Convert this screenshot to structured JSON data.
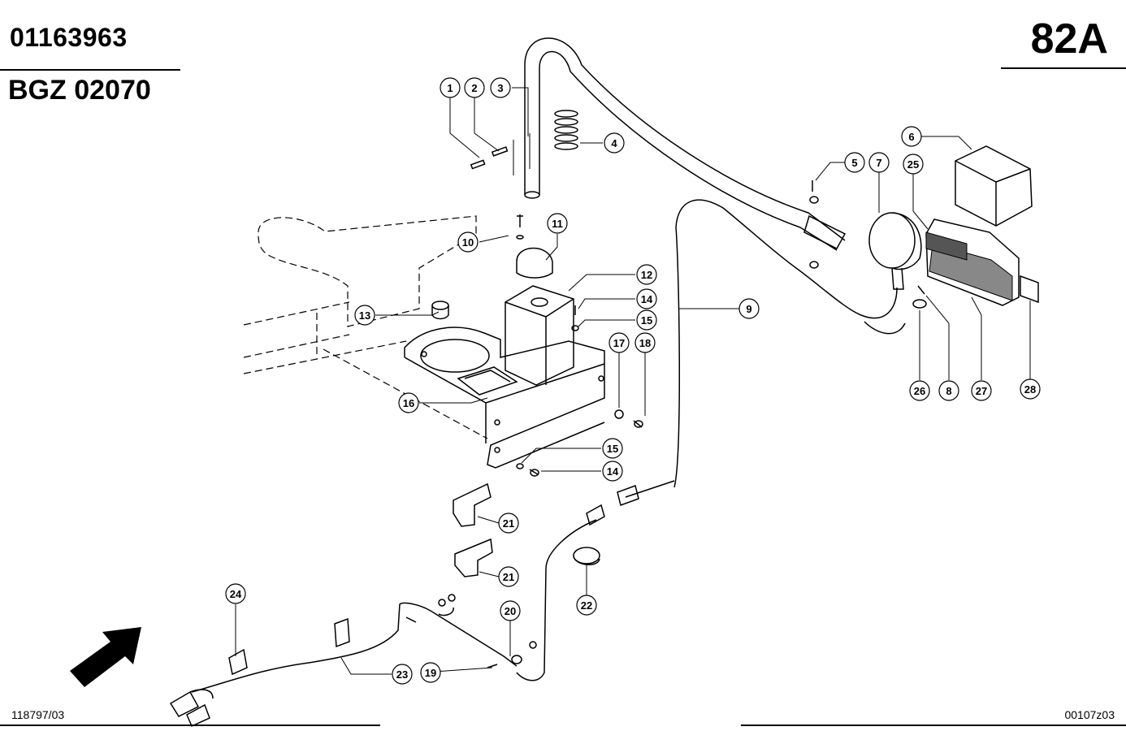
{
  "header": {
    "part_number": "01163963",
    "model_code": "BGZ 02070",
    "page_ref": "82A"
  },
  "footer": {
    "left_code": "118797/03",
    "right_code": "00107z03"
  },
  "callouts": [
    {
      "id": "c1",
      "label": "1"
    },
    {
      "id": "c2",
      "label": "2"
    },
    {
      "id": "c3",
      "label": "3"
    },
    {
      "id": "c4",
      "label": "4"
    },
    {
      "id": "c5",
      "label": "5"
    },
    {
      "id": "c6",
      "label": "6"
    },
    {
      "id": "c7",
      "label": "7"
    },
    {
      "id": "c25",
      "label": "25"
    },
    {
      "id": "c8",
      "label": "8"
    },
    {
      "id": "c9",
      "label": "9"
    },
    {
      "id": "c10",
      "label": "10"
    },
    {
      "id": "c11",
      "label": "11"
    },
    {
      "id": "c12",
      "label": "12"
    },
    {
      "id": "c13",
      "label": "13"
    },
    {
      "id": "c14a",
      "label": "14"
    },
    {
      "id": "c15a",
      "label": "15"
    },
    {
      "id": "c16",
      "label": "16"
    },
    {
      "id": "c17",
      "label": "17"
    },
    {
      "id": "c18",
      "label": "18"
    },
    {
      "id": "c15b",
      "label": "15"
    },
    {
      "id": "c14b",
      "label": "14"
    },
    {
      "id": "c21a",
      "label": "21"
    },
    {
      "id": "c21b",
      "label": "21"
    },
    {
      "id": "c22",
      "label": "22"
    },
    {
      "id": "c20",
      "label": "20"
    },
    {
      "id": "c19",
      "label": "19"
    },
    {
      "id": "c23",
      "label": "23"
    },
    {
      "id": "c24",
      "label": "24"
    },
    {
      "id": "c26",
      "label": "26"
    },
    {
      "id": "c27",
      "label": "27"
    },
    {
      "id": "c28",
      "label": "28"
    }
  ]
}
